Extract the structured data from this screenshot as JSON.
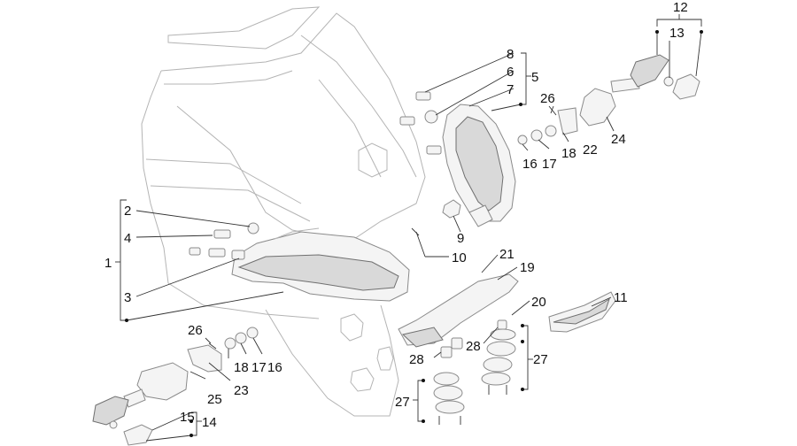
{
  "diagram": {
    "callouts": [
      {
        "id": "c1",
        "text": "1"
      },
      {
        "id": "c2",
        "text": "2"
      },
      {
        "id": "c3",
        "text": "3"
      },
      {
        "id": "c4",
        "text": "4"
      },
      {
        "id": "c5",
        "text": "5"
      },
      {
        "id": "c6",
        "text": "6"
      },
      {
        "id": "c7",
        "text": "7"
      },
      {
        "id": "c8",
        "text": "8"
      },
      {
        "id": "c9",
        "text": "9"
      },
      {
        "id": "c10",
        "text": "10"
      },
      {
        "id": "c11",
        "text": "11"
      },
      {
        "id": "c12",
        "text": "12"
      },
      {
        "id": "c13",
        "text": "13"
      },
      {
        "id": "c14",
        "text": "14"
      },
      {
        "id": "c15",
        "text": "15"
      },
      {
        "id": "c16a",
        "text": "16"
      },
      {
        "id": "c17a",
        "text": "17"
      },
      {
        "id": "c18a",
        "text": "18"
      },
      {
        "id": "c16b",
        "text": "16"
      },
      {
        "id": "c17b",
        "text": "17"
      },
      {
        "id": "c18b",
        "text": "18"
      },
      {
        "id": "c19",
        "text": "19"
      },
      {
        "id": "c20",
        "text": "20"
      },
      {
        "id": "c21",
        "text": "21"
      },
      {
        "id": "c22",
        "text": "22"
      },
      {
        "id": "c23",
        "text": "23"
      },
      {
        "id": "c24",
        "text": "24"
      },
      {
        "id": "c25",
        "text": "25"
      },
      {
        "id": "c26a",
        "text": "26"
      },
      {
        "id": "c26b",
        "text": "26"
      },
      {
        "id": "c27a",
        "text": "27"
      },
      {
        "id": "c27b",
        "text": "27"
      },
      {
        "id": "c28a",
        "text": "28"
      },
      {
        "id": "c28b",
        "text": "28"
      }
    ]
  }
}
